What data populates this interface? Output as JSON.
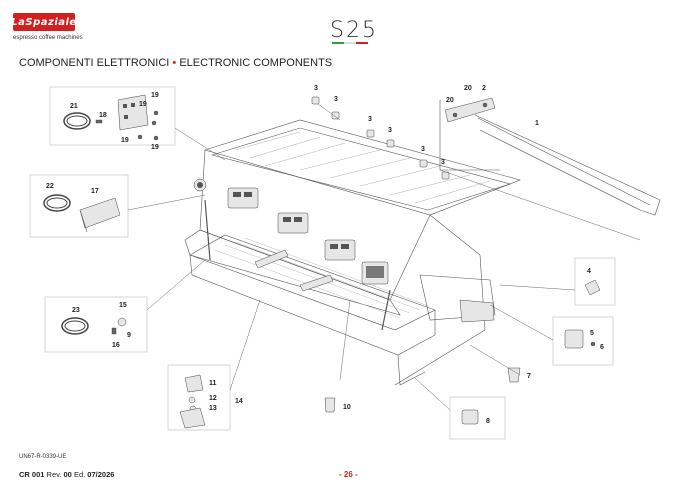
{
  "header": {
    "brand_logo_text": "LaSpaziale",
    "brand_tagline": "espresso coffee machines",
    "model": "S25"
  },
  "colors": {
    "brand_red": "#d0201f",
    "flag_green": "#2e9e44",
    "flag_white": "#ffffff",
    "flag_red": "#d0201f"
  },
  "section": {
    "title_it": "COMPONENTI ELETTRONICI",
    "separator": "•",
    "title_en": "ELECTRONIC COMPONENTS"
  },
  "callouts": [
    "1",
    "2",
    "3",
    "3",
    "3",
    "3",
    "3",
    "3",
    "3",
    "4",
    "5",
    "6",
    "7",
    "8",
    "9",
    "10",
    "11",
    "12",
    "13",
    "14",
    "15",
    "16",
    "17",
    "18",
    "19",
    "19",
    "19",
    "19",
    "20",
    "20",
    "21",
    "22",
    "23"
  ],
  "footer": {
    "doc_code": "UN67-R-0339-UE",
    "cr_label": "CR 001",
    "rev_label": "Rev.",
    "rev_value": "00",
    "ed_label": "Ed.",
    "ed_value": "07/2026",
    "page": "- 26 -"
  }
}
